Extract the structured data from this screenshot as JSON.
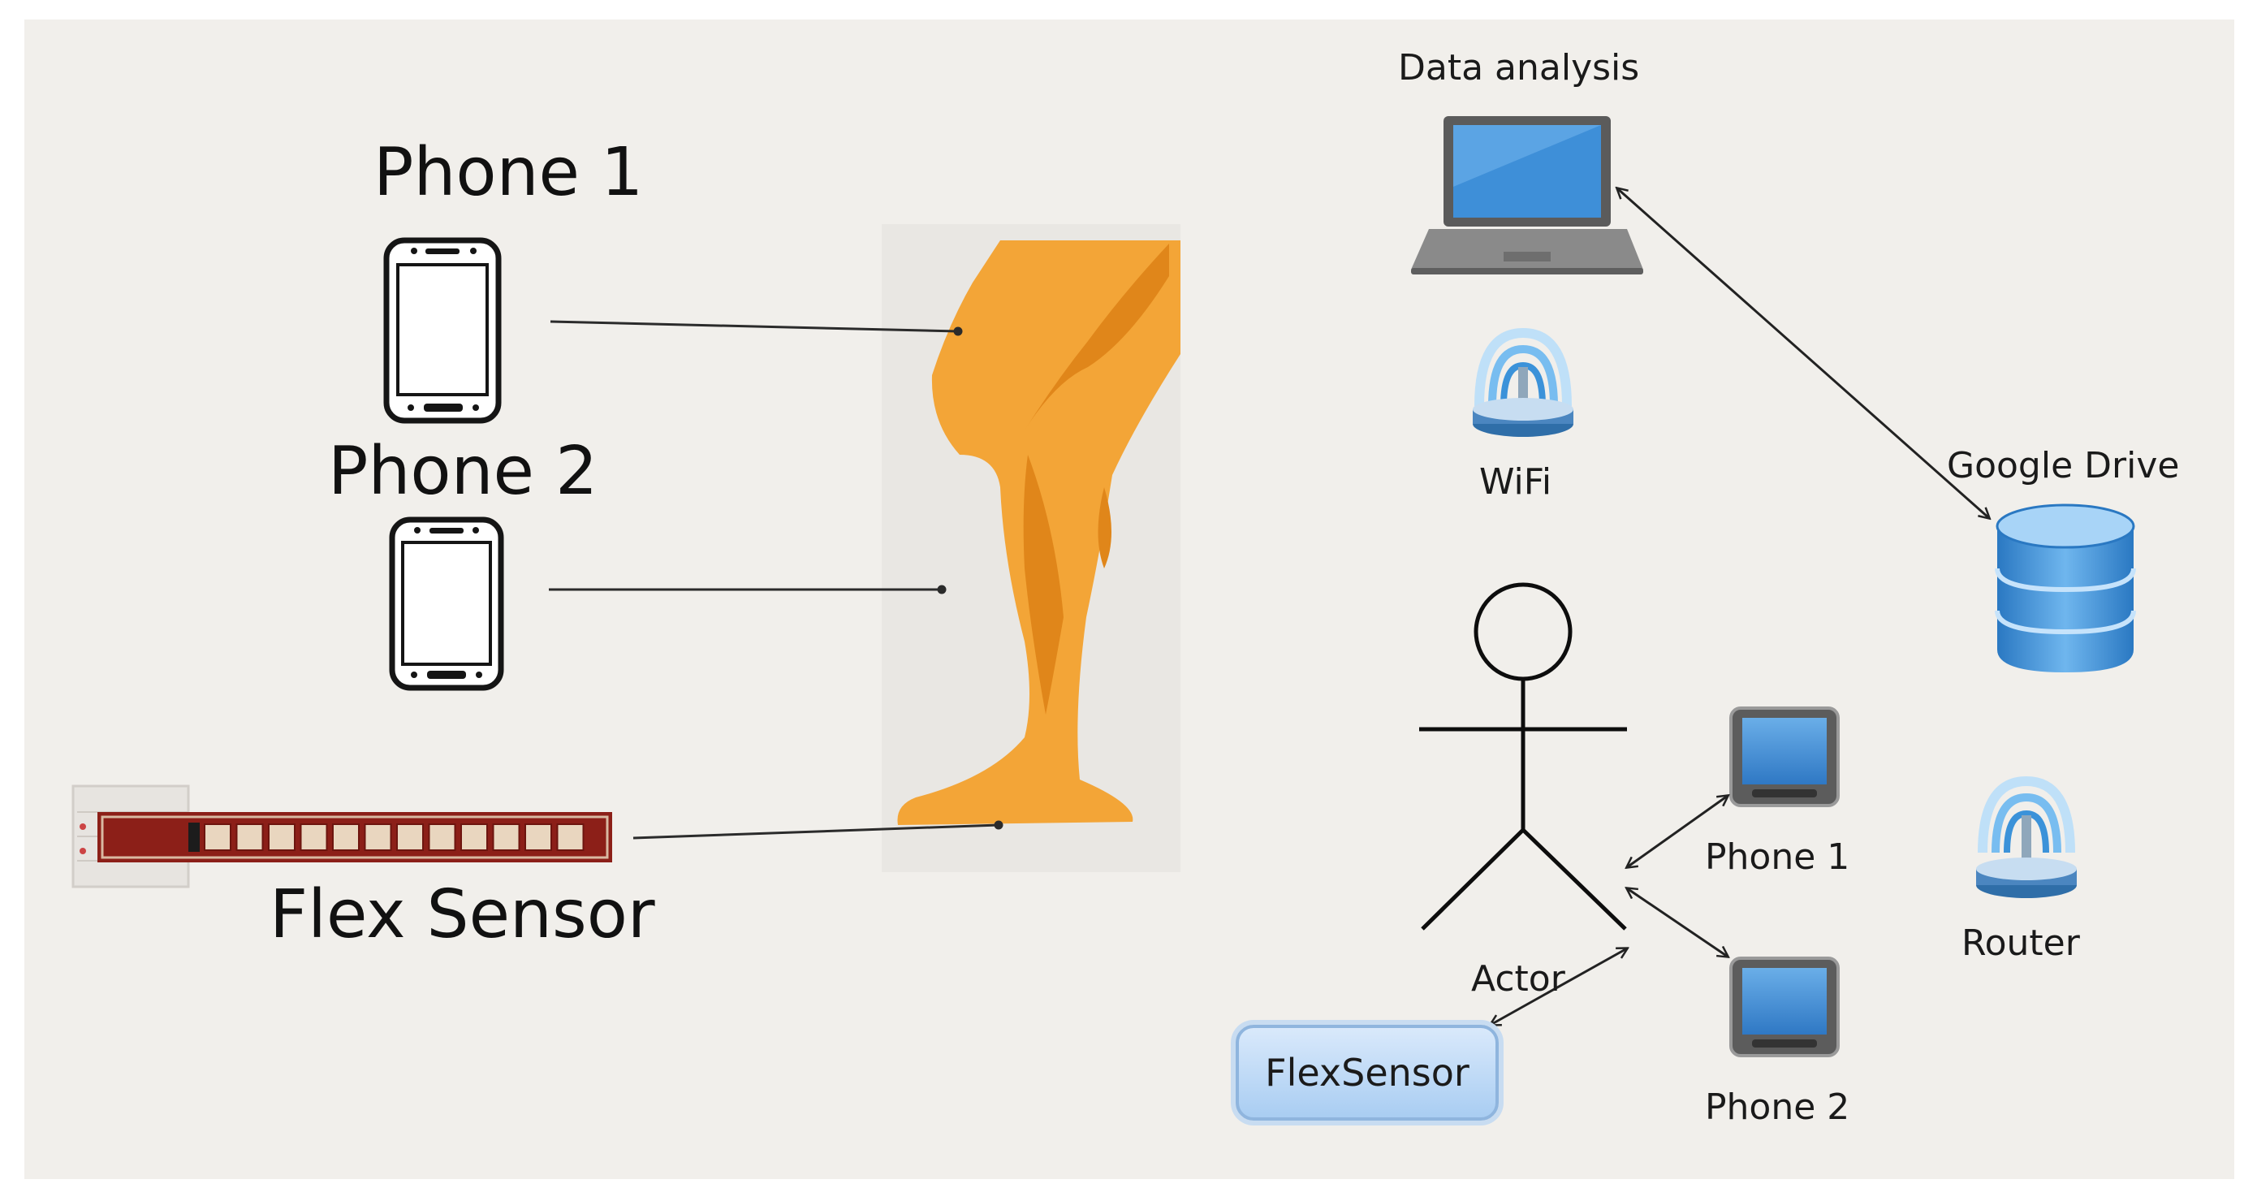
{
  "left_panel": {
    "phone1_label": "Phone 1",
    "phone2_label": "Phone 2",
    "flex_sensor_label": "Flex Sensor"
  },
  "right_panel": {
    "data_analysis_label": "Data analysis",
    "wifi_label": "WiFi",
    "google_drive_label": "Google Drive",
    "actor_label": "Actor",
    "phone1_label": "Phone 1",
    "phone2_label": "Phone 2",
    "router_label": "Router",
    "flexsensor_box_label": "FlexSensor"
  },
  "colors": {
    "leg_light": "#f3a537",
    "leg_dark": "#e0861a",
    "sensor_strip": "#8c1f18",
    "database_blue": "#3d8fd4",
    "laptop_screen": "#3e8fd8"
  }
}
